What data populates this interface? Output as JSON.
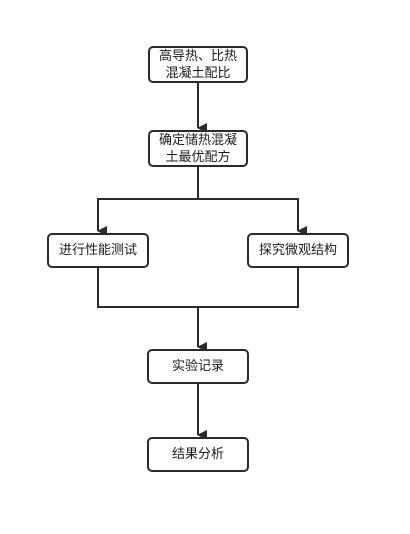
{
  "nodes": {
    "n1": "高导热、比热混凝土配比",
    "n2": "确定储热混凝土最优配方",
    "n3": "进行性能测试",
    "n4": "探究微观结构",
    "n5": "实验记录",
    "n6": "结果分析"
  },
  "colors": {
    "stroke": "#2b2b2b",
    "background": "#ffffff",
    "text": "#1a1a1a"
  }
}
